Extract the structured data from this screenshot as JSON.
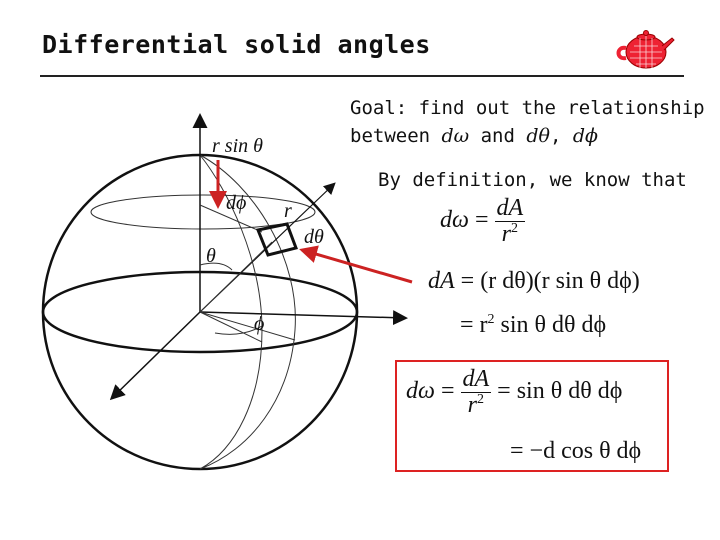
{
  "slide": {
    "title": "Differential solid angles",
    "goal_line1": "Goal: find out the relationship",
    "goal_line2_prefix": "between ",
    "goal_dw": "dω",
    "goal_and": " and ",
    "goal_dtheta": "dθ",
    "goal_comma": ", ",
    "goal_dphi": "dϕ",
    "definition_text": "By definition, we know that"
  },
  "equations": {
    "eq1_lhs": "dω",
    "eq1_num": "dA",
    "eq1_den": "r",
    "eq1_den_exp": "2",
    "eq2_lhs": "dA",
    "eq2_rhs": "= (r dθ)(r sin θ dϕ)",
    "eq3_prefix": "= r",
    "eq3_exp": "2",
    "eq3_suffix": " sin θ dθ dϕ",
    "box_lhs": "dω",
    "box_num": "dA",
    "box_den": "r",
    "box_den_exp": "2",
    "box_rhs": "= sin θ dθ dϕ",
    "box_line2": "= −d cos θ dϕ"
  },
  "diagram_labels": {
    "r_sin_theta": "r sin θ",
    "d_phi": "dϕ",
    "r": "r",
    "d_theta": "dθ",
    "theta": "θ",
    "phi": "ϕ"
  },
  "colors": {
    "accent": "#cc2222",
    "text": "#111111"
  },
  "icons": {
    "logo": "teapot-logo-icon"
  }
}
